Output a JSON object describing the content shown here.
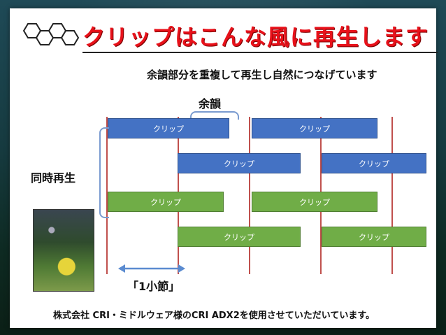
{
  "slide": {
    "title": "クリップはこんな風に再生します",
    "subtitle": "余韻部分を重複して再生し自然につなげています",
    "yoin_label": "余韻",
    "simultaneous_label": "同時再生",
    "measure_label": "「1小節」",
    "footer": "株式会社 CRI・ミドルウェア様のCRI ADX2を使用させていただいています。"
  },
  "colors": {
    "title": "#e8111a",
    "blue_clip": "#4472c4",
    "green_clip": "#70ad47",
    "barline": "#c0504d"
  },
  "clips": {
    "row1": [
      "クリップ",
      "クリップ"
    ],
    "row2": [
      "クリップ",
      "クリップ"
    ],
    "row3": [
      "クリップ",
      "クリップ"
    ],
    "row4": [
      "クリップ",
      "クリップ"
    ]
  },
  "icons": {
    "logo": "hexagon-cluster-icon",
    "measure": "double-arrow-icon"
  }
}
